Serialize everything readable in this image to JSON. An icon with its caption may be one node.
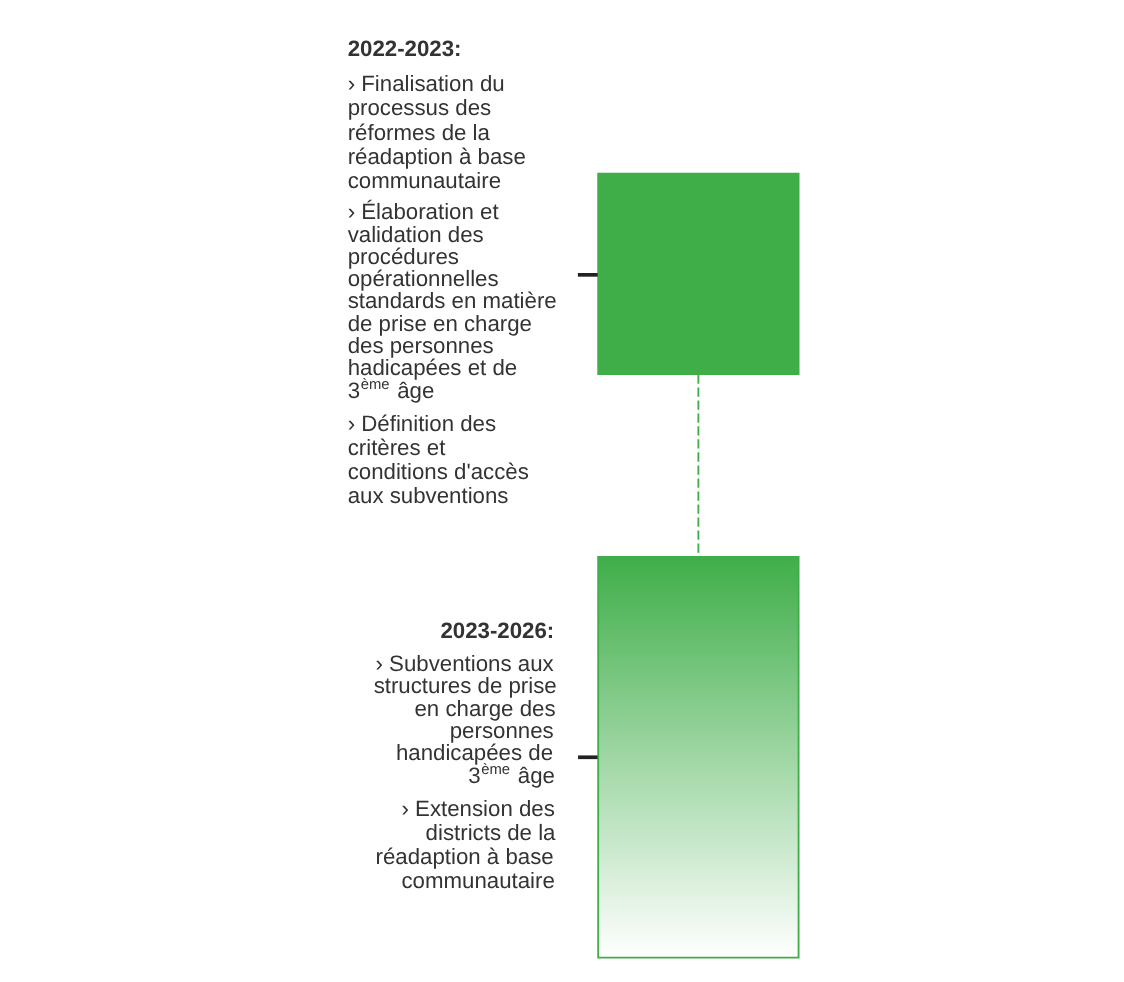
{
  "diagram": {
    "nodes": [
      {
        "text": [],
        "shape": "bar"
      },
      {
        "text": [
          "2022-2023:",
          "› Finalisation du processus des réformes de la réadaption à base communautaire",
          "› Élaboration et validation des procédures opérationnelles standards en matière de prise en charge des personnes hadicapées et de 3$^{ème}$ âge",
          "› Définition des critères et conditions d'accès aux subventions"
        ]
      },
      {
        "text": [],
        "shape": "bar"
      },
      {
        "text": [
          "2023-2026:",
          "› Subventions aux structures de prise en charge des personnes handicapées de 3$^{ème}$ âge",
          "› Extension des districts de la réadaption à base communautaire"
        ]
      }
    ],
    "edges": [
      {
        "from": 0,
        "to": 2,
        "arrow": "none",
        "style": "dashed",
        "color": "#3fae49"
      },
      {
        "from": 1,
        "to": 0,
        "arrow": "none"
      },
      {
        "from": 3,
        "to": 2,
        "arrow": "none"
      }
    ]
  }
}
